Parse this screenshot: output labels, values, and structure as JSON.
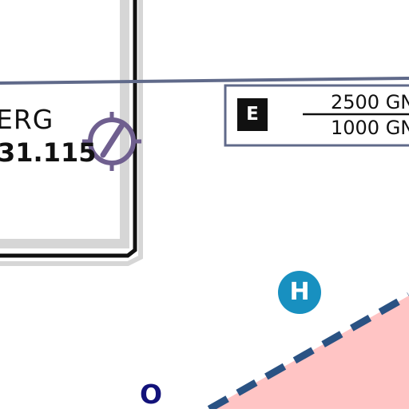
{
  "airport": {
    "name": "ERG",
    "frequency": "31.115",
    "symbol_icon": "airport-symbol-icon"
  },
  "airspace": {
    "class": "E",
    "upper_limit": "2500 GN",
    "lower_limit": "1000 GN"
  },
  "heliport": {
    "letter": "H",
    "icon": "heliport-icon"
  },
  "place": {
    "label": "O"
  },
  "colors": {
    "boundary_line": "#606a8a",
    "airport_symbol": "#6f5f8f",
    "heliport": "#1890c0",
    "restricted_fill": "#ffc4c4",
    "restricted_border": "#2a5283",
    "place_label": "#12127a",
    "frame_shadow": "#d6d6d6"
  }
}
